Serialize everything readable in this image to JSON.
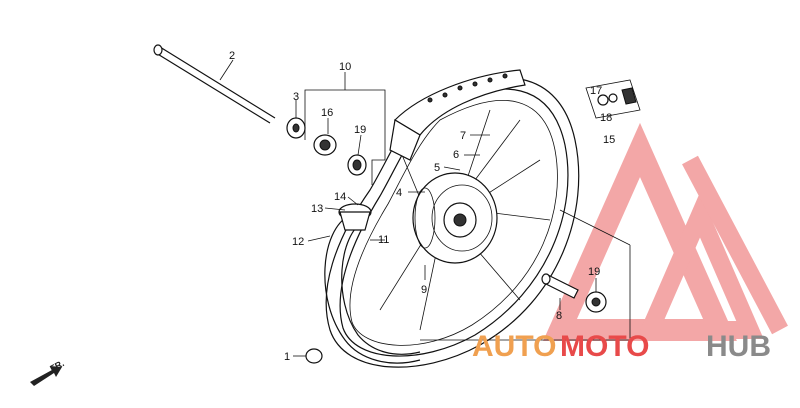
{
  "diagram": {
    "part_labels": [
      "1",
      "2",
      "3",
      "4",
      "5",
      "6",
      "7",
      "8",
      "9",
      "10",
      "11",
      "12",
      "13",
      "14",
      "15",
      "16",
      "17",
      "18",
      "19",
      "19"
    ],
    "direction_label": "FR."
  },
  "watermark": {
    "text_part1": "AUTO",
    "text_part2": "MOTO",
    "text_part3": "HUB",
    "color_orange": "#f0a050",
    "color_red": "#e84a4a",
    "color_gray": "#8a8a8a",
    "logo_color": "#f08080"
  }
}
